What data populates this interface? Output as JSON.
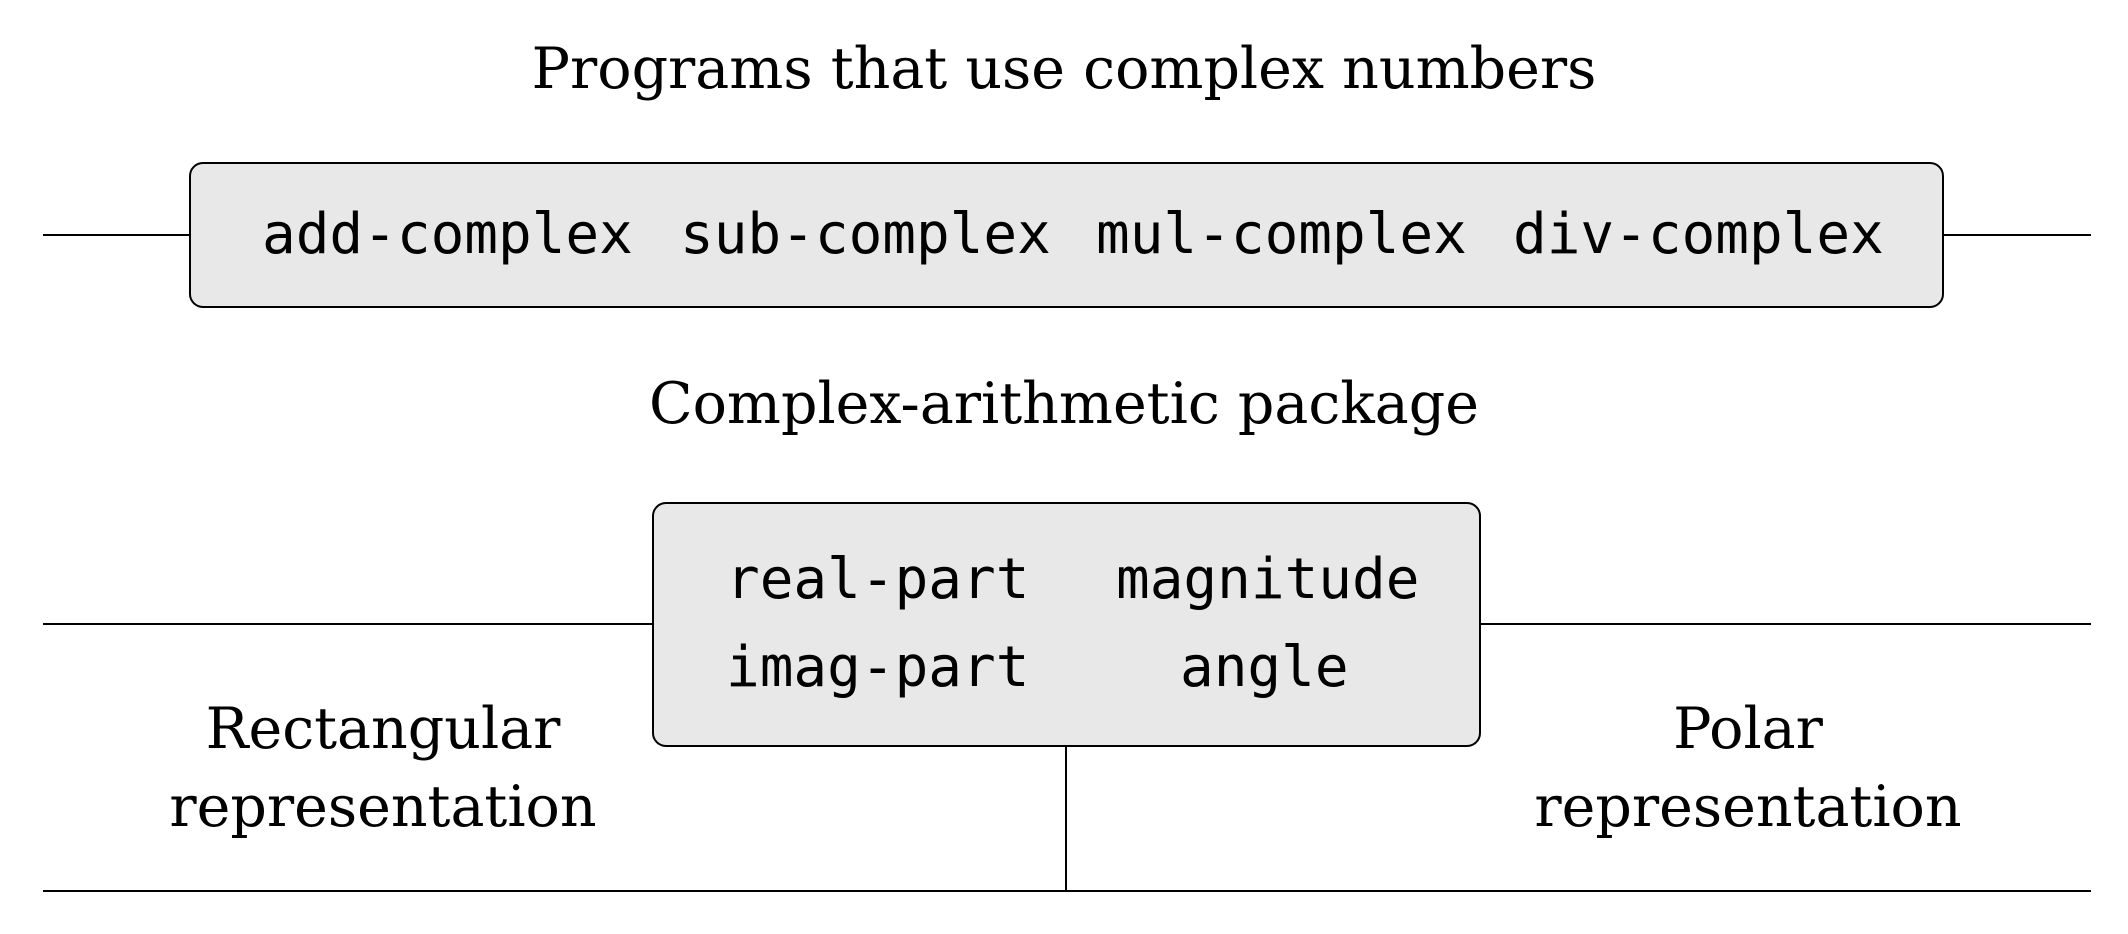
{
  "top_layer": {
    "title": "Programs that use complex numbers",
    "operations": [
      "add-complex",
      "sub-complex",
      "mul-complex",
      "div-complex"
    ]
  },
  "middle_layer": {
    "title": "Complex-arithmetic package",
    "selectors": [
      "real-part",
      "magnitude",
      "imag-part",
      "angle"
    ]
  },
  "bottom_layer": {
    "left_label": {
      "line1": "Rectangular",
      "line2": "representation"
    },
    "right_label": {
      "line1": "Polar",
      "line2": "representation"
    }
  },
  "colors": {
    "box_fill": "#e8e8e8",
    "line": "#000000",
    "background": "#ffffff"
  }
}
